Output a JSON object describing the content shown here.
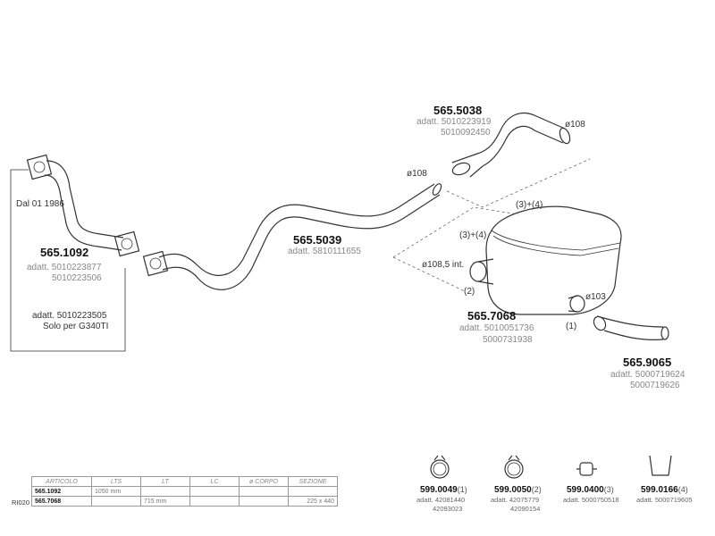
{
  "parts": {
    "p5651092": {
      "code": "565.1092",
      "adatt": [
        "adatt. 5010223877",
        "5010223506"
      ]
    },
    "p5655039": {
      "code": "565.5039",
      "adatt": [
        "adatt. 5810111655"
      ]
    },
    "p5655038": {
      "code": "565.5038",
      "adatt": [
        "adatt. 5010223919",
        "5010092450"
      ]
    },
    "p5657068": {
      "code": "565.7068",
      "adatt": [
        "adatt. 5010051736",
        "5000731938"
      ]
    },
    "p5659065": {
      "code": "565.9065",
      "adatt": [
        "adatt. 5000719624",
        "5000719626"
      ]
    }
  },
  "notes": {
    "dal": "Dal 01 1986",
    "adatt_extra": "adatt. 5010223505",
    "solo": "Solo per G340TI"
  },
  "dimensions": {
    "d108_mid": "ø108",
    "d108_top": "ø108",
    "d108_5": "ø108,5 int.",
    "d103": "ø103",
    "ref34_top": "(3)+(4)",
    "ref34_left": "(3)+(4)",
    "ref2": "(2)",
    "ref1": "(1)"
  },
  "accessories": [
    {
      "code": "599.0049",
      "num": "(1)",
      "adatt": [
        "adatt. 42081440",
        "42093023"
      ]
    },
    {
      "code": "599.0050",
      "num": "(2)",
      "adatt": [
        "adatt. 42075779",
        "42090154"
      ]
    },
    {
      "code": "599.0400",
      "num": "(3)",
      "adatt": [
        "adatt. 5000750518"
      ]
    },
    {
      "code": "599.0166",
      "num": "(4)",
      "adatt": [
        "adatt. 5000719605"
      ]
    }
  ],
  "table": {
    "headers": [
      "ARTICOLO",
      "LTS",
      "LT",
      "LC",
      "ø CORPO",
      "SEZIONE"
    ],
    "rows": [
      [
        "565.1092",
        "1050 mm",
        "",
        "",
        "",
        ""
      ],
      [
        "565.7068",
        "",
        "715 mm",
        "",
        "",
        "225 x 440"
      ]
    ],
    "row_label": "RI020"
  }
}
